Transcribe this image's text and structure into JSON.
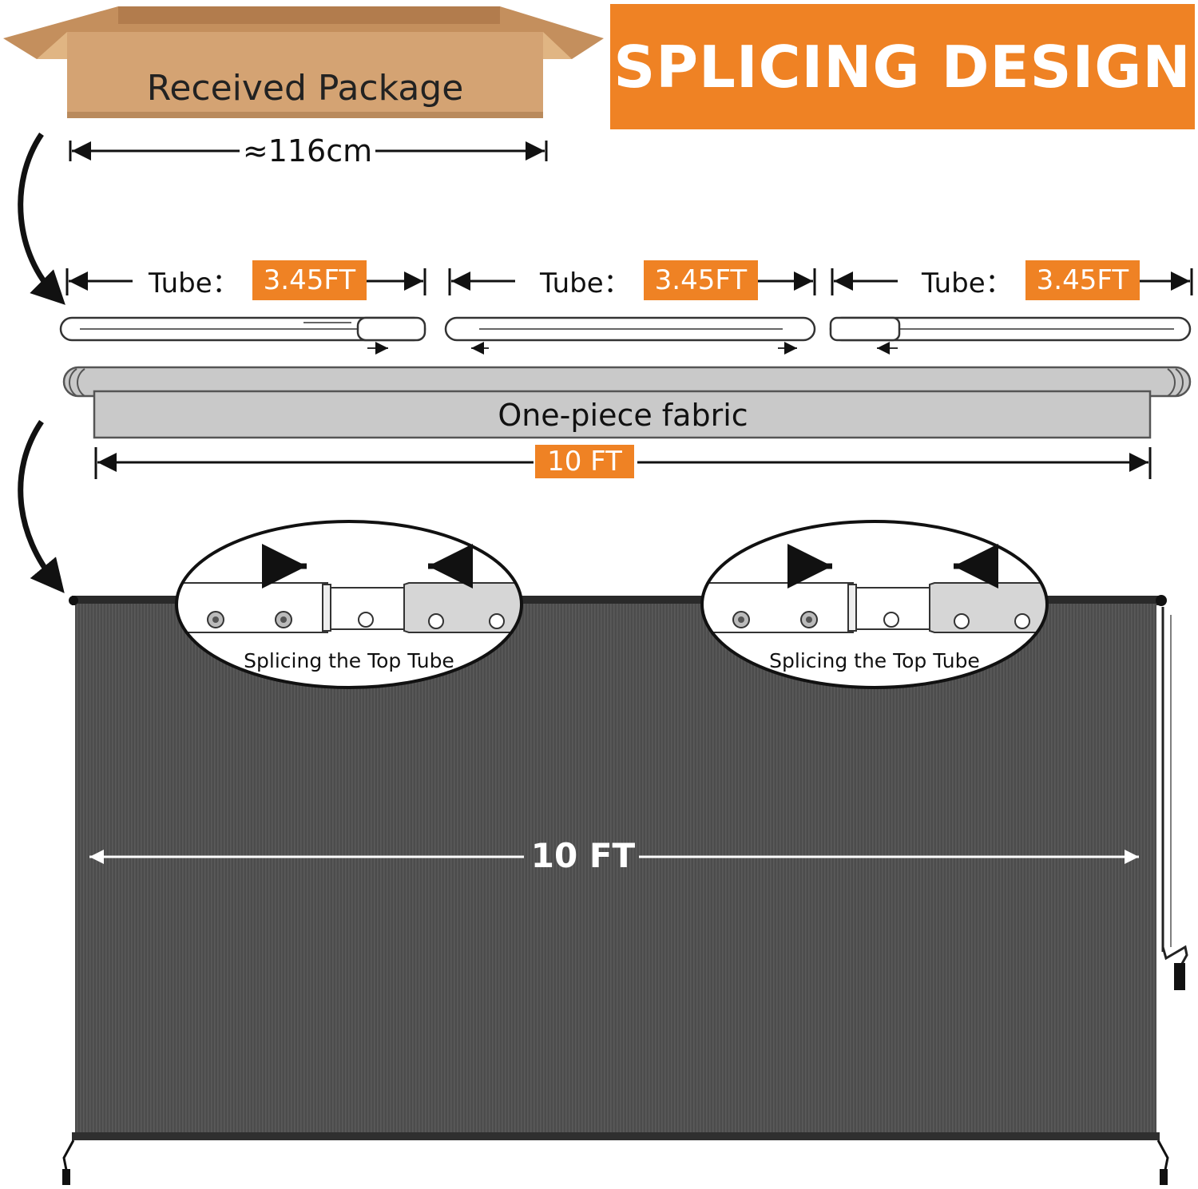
{
  "banner": {
    "title": "SPLICING DESIGN"
  },
  "package": {
    "label": "Received Package",
    "length": "≈116cm"
  },
  "tubes": [
    {
      "label": "Tube：",
      "length": "3.45FT"
    },
    {
      "label": "Tube：",
      "length": "3.45FT"
    },
    {
      "label": "Tube：",
      "length": "3.45FT"
    }
  ],
  "fabric": {
    "label": "One-piece fabric",
    "width": "10 FT"
  },
  "shade": {
    "width": "10 FT"
  },
  "callouts": [
    {
      "caption": "Splicing the Top Tube"
    },
    {
      "caption": "Splicing the Top Tube"
    }
  ],
  "colors": {
    "accent": "#ef8224",
    "box": "#d4a373",
    "shade": "#4e4e4e",
    "fabric": "#c9c9c9"
  }
}
